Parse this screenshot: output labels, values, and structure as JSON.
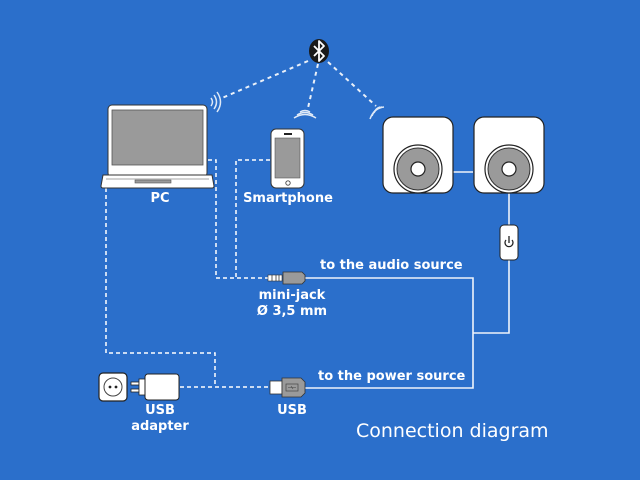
{
  "title": "Connection diagram",
  "colors": {
    "background": "#2b6fcb",
    "line": "#ffffff",
    "device_fill": "#ffffff",
    "screen_gray": "#9a9a9a",
    "outline": "#333333",
    "bluetooth_badge": "#1a1a1a"
  },
  "devices": {
    "pc": {
      "label": "PC",
      "icon": "laptop-icon"
    },
    "smartphone": {
      "label": "Smartphone",
      "icon": "smartphone-icon"
    },
    "speakers": {
      "icon": "speaker-icon",
      "count": 2
    },
    "power_switch": {
      "icon": "power-icon"
    },
    "bluetooth": {
      "icon": "bluetooth-icon"
    },
    "usb_adapter": {
      "label_line1": "USB",
      "label_line2": "adapter",
      "icon": "usb-adapter-icon"
    },
    "wall_socket": {
      "icon": "wall-socket-icon"
    }
  },
  "connectors": {
    "minijack": {
      "label_line1": "mini-jack",
      "label_line2": "Ø 3,5 mm",
      "icon": "mini-jack-icon"
    },
    "usb": {
      "label": "USB",
      "icon": "usb-plug-icon"
    }
  },
  "cables": {
    "audio": {
      "label": "to the audio source"
    },
    "power": {
      "label": "to the power source"
    }
  }
}
